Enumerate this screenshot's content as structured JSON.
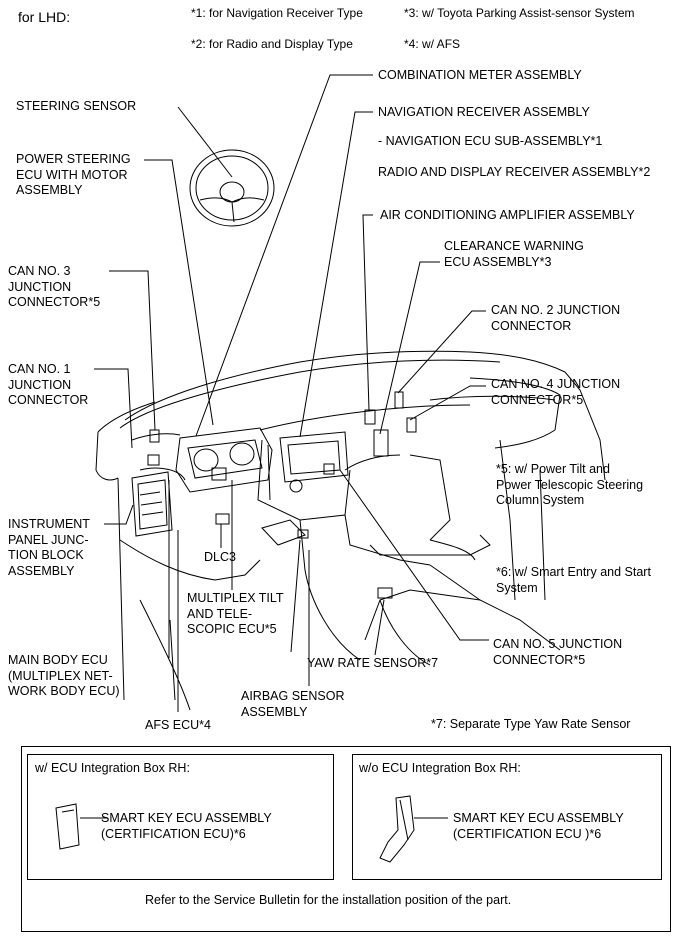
{
  "header": {
    "for_lhd": "for LHD:",
    "note1": "*1: for Navigation Receiver Type",
    "note2": "*2: for Radio and Display Type",
    "note3": "*3: w/ Toyota Parking Assist-sensor System",
    "note4": "*4: w/ AFS"
  },
  "labels": {
    "combination_meter": "COMBINATION METER ASSEMBLY",
    "steering_sensor": "STEERING SENSOR",
    "navigation_receiver": "NAVIGATION RECEIVER ASSEMBLY",
    "navigation_ecu": "- NAVIGATION ECU SUB-ASSEMBLY*1",
    "power_steering_ecu": "POWER STEERING\nECU WITH MOTOR\nASSEMBLY",
    "radio_display": "RADIO AND DISPLAY RECEIVER ASSEMBLY*2",
    "air_conditioning": "AIR CONDITIONING AMPLIFIER ASSEMBLY",
    "clearance_warning": "CLEARANCE WARNING\nECU ASSEMBLY*3",
    "can3": "CAN NO. 3\nJUNCTION\nCONNECTOR*5",
    "can2": "CAN NO. 2 JUNCTION\nCONNECTOR",
    "can1": "CAN NO. 1\nJUNCTION\nCONNECTOR",
    "can4": "CAN NO. 4 JUNCTION\nCONNECTOR*5",
    "note5": "*5: w/ Power Tilt and\nPower Telescopic Steering\nColumn System",
    "instrument_panel": "INSTRUMENT\nPANEL JUNC-\nTION BLOCK\nASSEMBLY",
    "dlc3": "DLC3",
    "note6": "*6: w/ Smart Entry and Start\nSystem",
    "multiplex_tilt": "MULTIPLEX TILT\nAND TELE-\nSCOPIC ECU*5",
    "can5": "CAN NO. 5 JUNCTION\nCONNECTOR*5",
    "main_body_ecu": "MAIN BODY ECU\n(MULTIPLEX NET-\nWORK BODY ECU)",
    "yaw_rate": "YAW RATE SENSOR*7",
    "airbag_sensor": "AIRBAG SENSOR\nASSEMBLY",
    "afs_ecu": "AFS ECU*4",
    "note7": "*7: Separate Type Yaw Rate Sensor"
  },
  "inset": {
    "left_title": "w/ ECU Integration Box RH:",
    "left_label": "SMART KEY ECU ASSEMBLY\n(CERTIFICATION ECU)*6",
    "right_title": "w/o ECU Integration Box RH:",
    "right_label": "SMART KEY ECU ASSEMBLY\n(CERTIFICATION ECU )*6",
    "footer": "Refer to the Service Bulletin for the installation position of the part."
  }
}
